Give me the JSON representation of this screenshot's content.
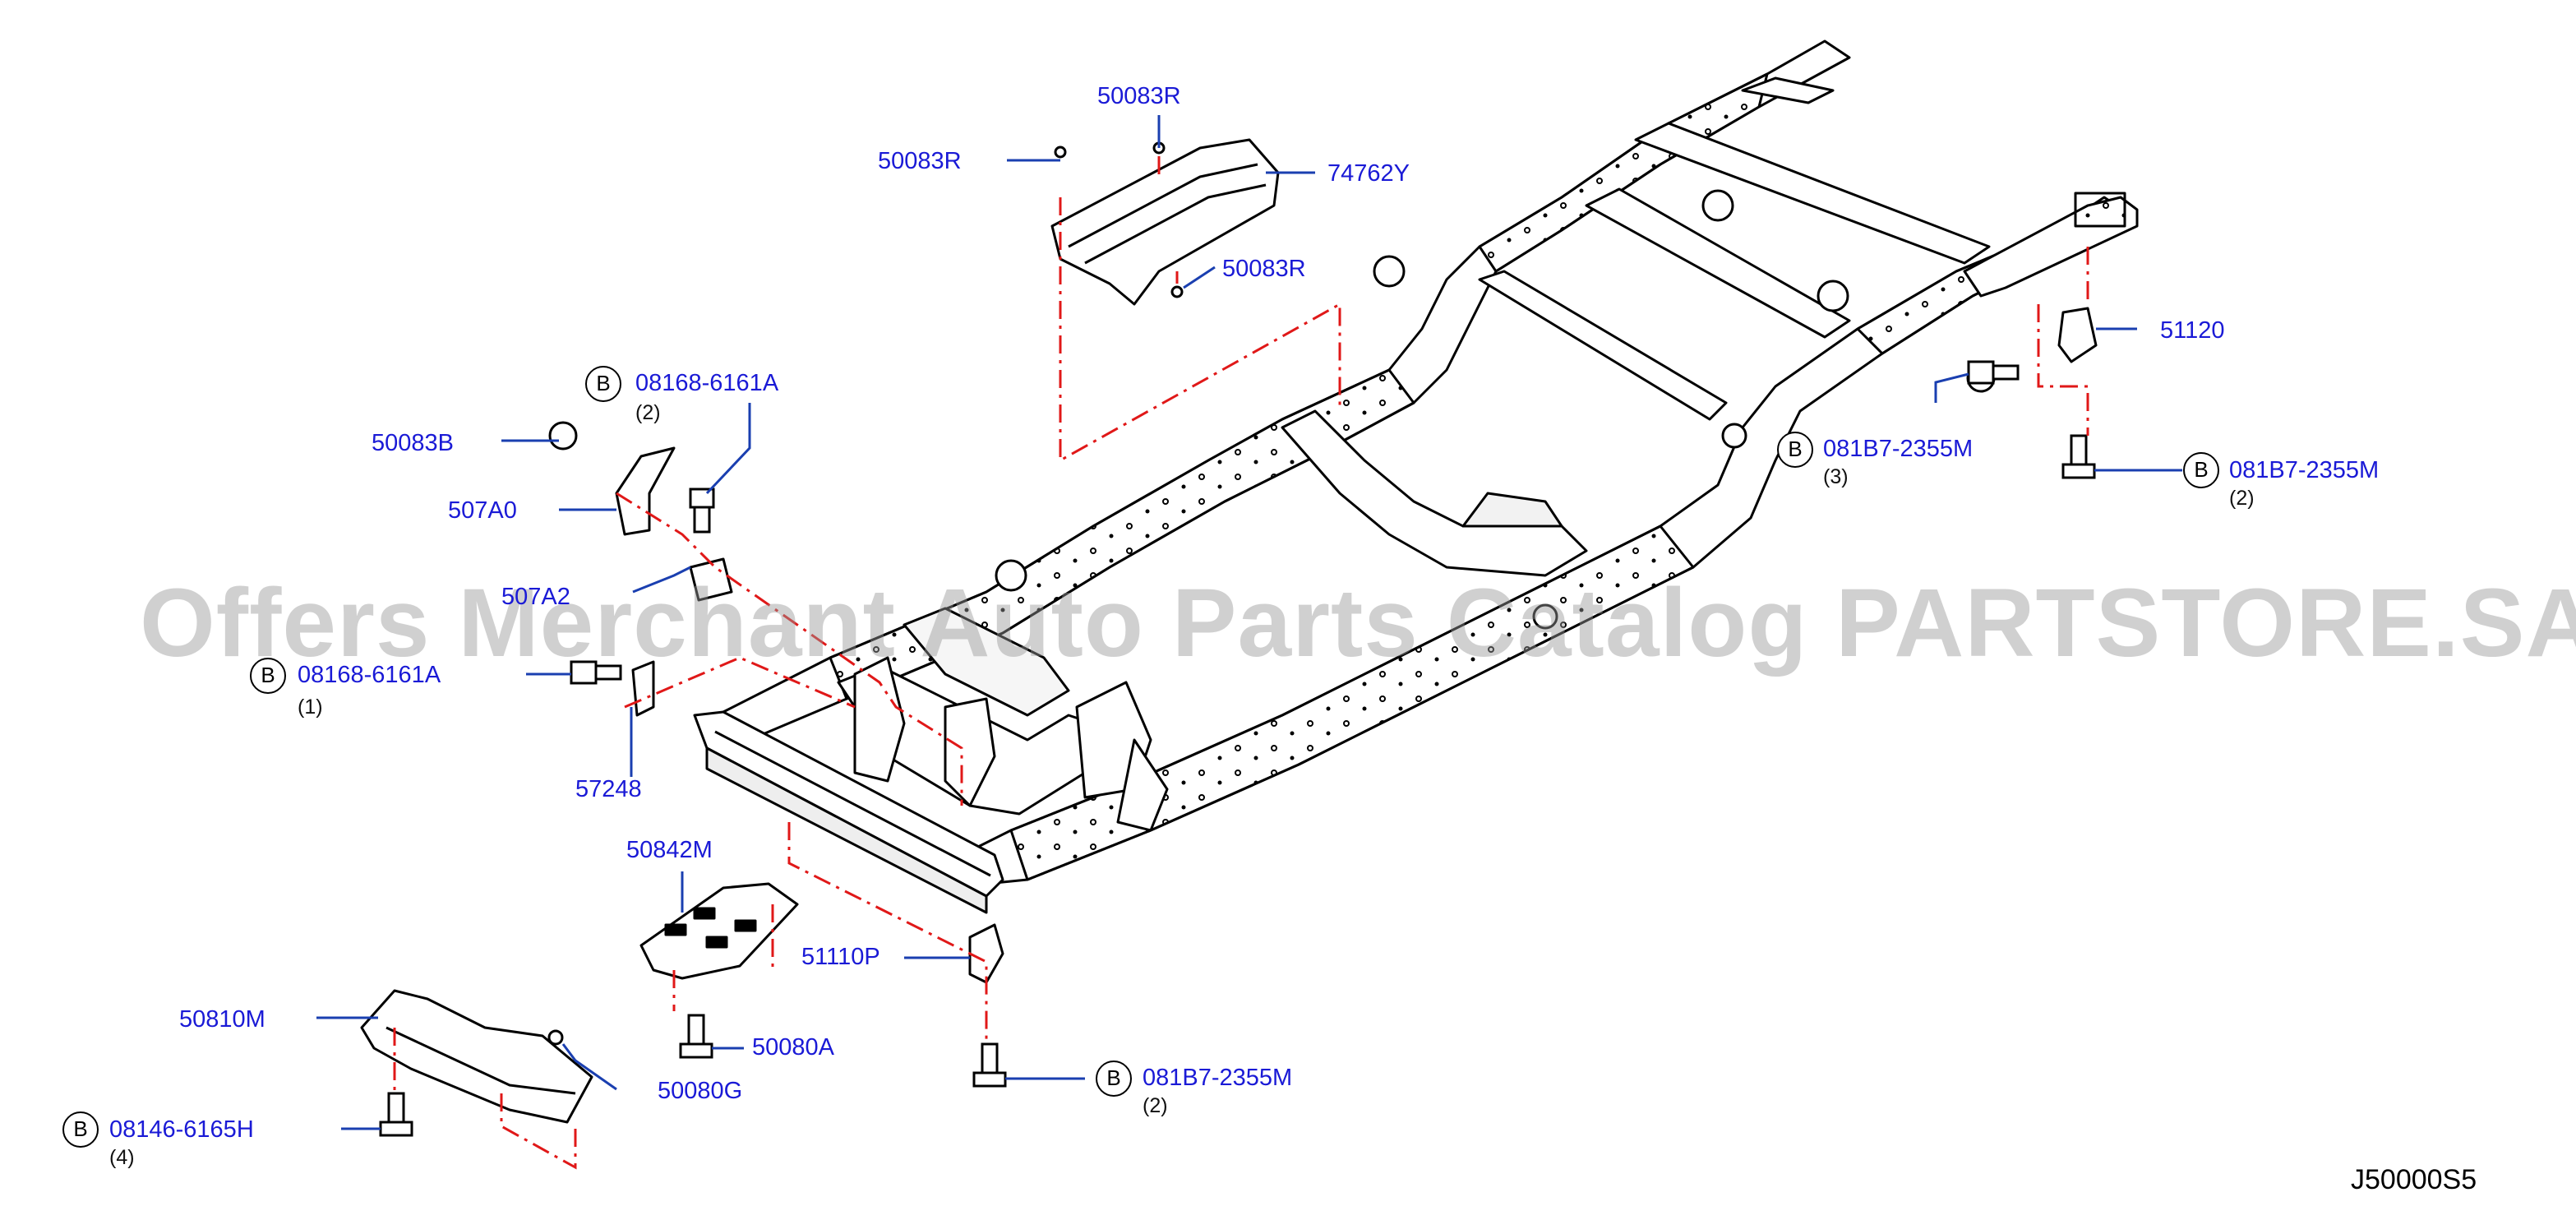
{
  "colors": {
    "label": "#1a1ad6",
    "lead": "#1a3fb0",
    "dash": "#e01818",
    "line": "#000000",
    "watermark": "#969696"
  },
  "watermark": "Offers Merchant Auto Parts Catalog PARTSTORE.SA",
  "diagram_code": "J50000S5",
  "bolt_marker": "B",
  "labels": {
    "p1": "50083R",
    "p2": "50083R",
    "p3": "74762Y",
    "p4": "50083R",
    "p5": "08168-6161A",
    "p6": "50083B",
    "p7": "507A0",
    "p8": "507A2",
    "p9": "08168-6161A",
    "p10": "57248",
    "p11": "081B7-2355M",
    "p12": "51120",
    "p13": "081B7-2355M",
    "p14": "50842M",
    "p15": "51110P",
    "p16": "50810M",
    "p17": "50080A",
    "p18": "50080G",
    "p19": "081B7-2355M",
    "p20": "08146-6165H"
  },
  "quantities": {
    "q5": "(2)",
    "q9": "(1)",
    "q11": "(3)",
    "q13": "(2)",
    "q19": "(2)",
    "q20": "(4)"
  }
}
